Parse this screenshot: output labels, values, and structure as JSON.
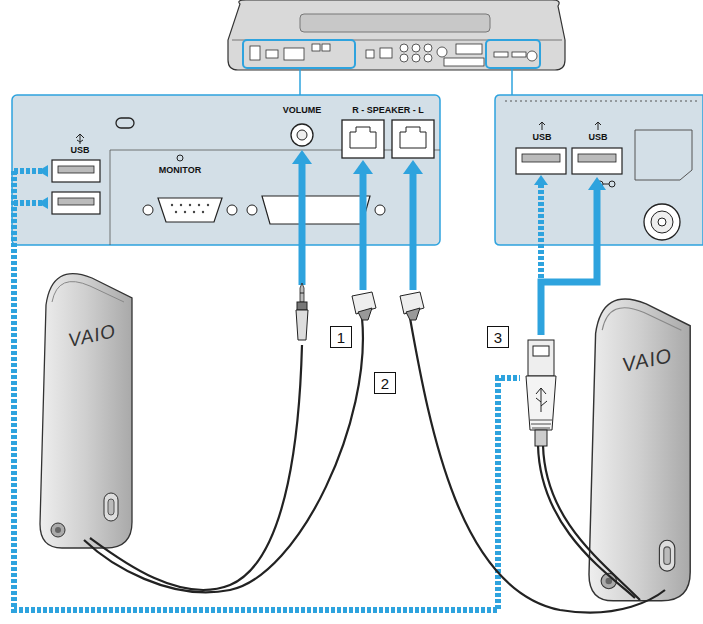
{
  "diagram": {
    "nodes": [
      {
        "text": [
          "1"
        ]
      },
      {
        "text": [
          "2"
        ]
      },
      {
        "text": [
          "3"
        ]
      }
    ],
    "labels": [
      "USB",
      "MONITOR",
      "VOLUME",
      "R - SPEAKER - L",
      "USB",
      "USB",
      "VAIO",
      "VAIO"
    ]
  }
}
